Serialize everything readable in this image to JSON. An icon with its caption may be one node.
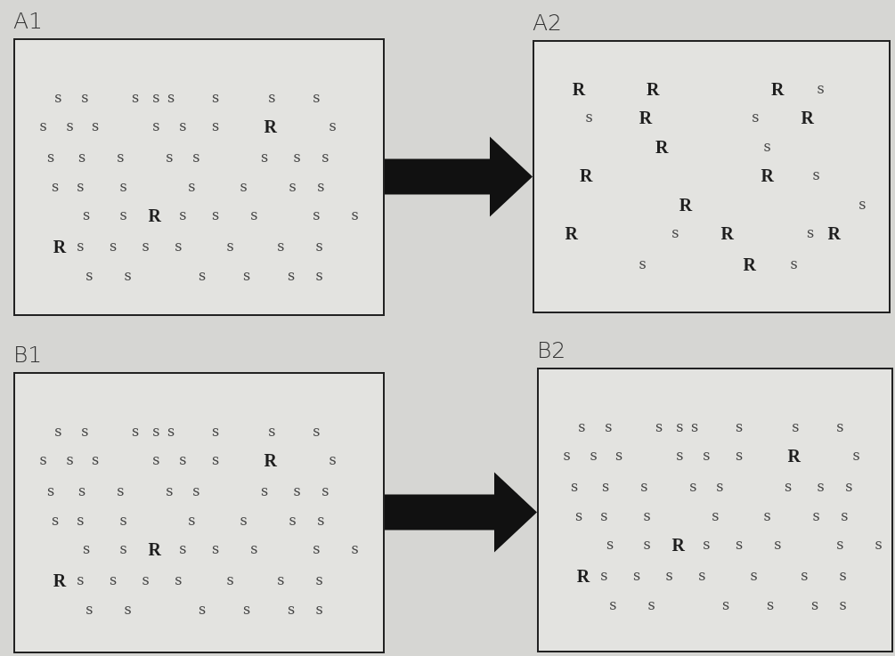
{
  "diagram": {
    "nodes": [
      {
        "text": [
          "A1",
          "s",
          "s",
          "s",
          "s",
          "s",
          "s",
          "s",
          "s",
          "s",
          "s",
          "s",
          "s",
          "s",
          "s",
          "R",
          "s",
          "s",
          "s",
          "s",
          "s",
          "s",
          "s",
          "s",
          "s",
          "s",
          "s",
          "s",
          "s",
          "s",
          "s",
          "s",
          "s",
          "s",
          "R",
          "s",
          "s",
          "s",
          "s",
          "s",
          "R",
          "s",
          "s",
          "s",
          "s",
          "s",
          "s",
          "s",
          "s",
          "s",
          "s",
          "s",
          "s",
          "s"
        ]
      },
      {
        "text": [
          "A2",
          "R",
          "R",
          "R",
          "s",
          "s",
          "R",
          "s",
          "R",
          "R",
          "s",
          "R",
          "R",
          "s",
          "R",
          "s",
          "R",
          "s",
          "R",
          "s",
          "R",
          "s",
          "R",
          "s"
        ]
      },
      {
        "text": [
          "B1",
          "s",
          "s",
          "s",
          "s",
          "s",
          "s",
          "s",
          "s",
          "s",
          "s",
          "s",
          "s",
          "s",
          "s",
          "R",
          "s",
          "s",
          "s",
          "s",
          "s",
          "s",
          "s",
          "s",
          "s",
          "s",
          "s",
          "s",
          "s",
          "s",
          "s",
          "s",
          "s",
          "s",
          "R",
          "s",
          "s",
          "s",
          "s",
          "s",
          "R",
          "s",
          "s",
          "s",
          "s",
          "s",
          "s",
          "s",
          "s",
          "s",
          "s",
          "s",
          "s",
          "s"
        ]
      },
      {
        "text": [
          "B2",
          "s",
          "s",
          "s",
          "s",
          "s",
          "s",
          "s",
          "s",
          "s",
          "s",
          "s",
          "s",
          "s",
          "s",
          "R",
          "s",
          "s",
          "s",
          "s",
          "s",
          "s",
          "s",
          "s",
          "s",
          "s",
          "s",
          "s",
          "s",
          "s",
          "s",
          "s",
          "s",
          "s",
          "R",
          "s",
          "s",
          "s",
          "s",
          "s",
          "R",
          "s",
          "s",
          "s",
          "s",
          "s",
          "s",
          "s",
          "s",
          "s",
          "s",
          "s",
          "s",
          "s"
        ]
      }
    ],
    "edges": [
      {
        "from": 0,
        "to": 1,
        "arrow": "to",
        "style": "thick"
      },
      {
        "from": 2,
        "to": 3,
        "arrow": "to",
        "style": "thick"
      }
    ]
  }
}
